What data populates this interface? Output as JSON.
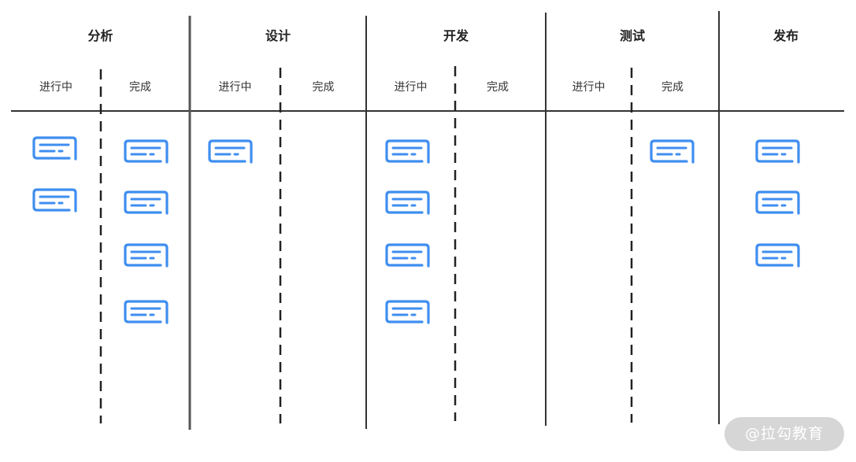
{
  "board": {
    "stages": [
      {
        "title": "分析",
        "subcolumns": [
          "进行中",
          "完成"
        ],
        "cards": [
          2,
          4
        ]
      },
      {
        "title": "设计",
        "subcolumns": [
          "进行中",
          "完成"
        ],
        "cards": [
          1,
          0
        ]
      },
      {
        "title": "开发",
        "subcolumns": [
          "进行中",
          "完成"
        ],
        "cards": [
          4,
          0
        ]
      },
      {
        "title": "测试",
        "subcolumns": [
          "进行中",
          "完成"
        ],
        "cards": [
          0,
          1
        ]
      },
      {
        "title": "发布",
        "subcolumns": [],
        "cards": [
          3
        ]
      }
    ],
    "card_icon": "message-card-icon",
    "colors": {
      "card": "#3f8ef0",
      "divider": "#333333",
      "dashed": "#222222"
    }
  },
  "watermark": {
    "text": "@拉勾教育"
  }
}
